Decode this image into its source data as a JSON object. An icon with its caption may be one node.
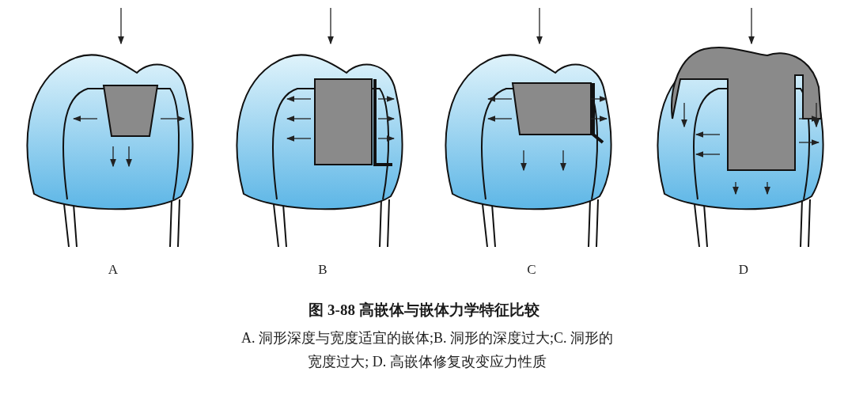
{
  "diagram": {
    "title": "图 3-88 高嵌体与嵌体力学特征比较",
    "caption": "A. 洞形深度与宽度适宜的嵌体;B. 洞形的深度过大;C. 洞形的宽度过大; D. 高嵌体修复改变应力性质",
    "labels": [
      "A",
      "B",
      "C",
      "D"
    ]
  }
}
